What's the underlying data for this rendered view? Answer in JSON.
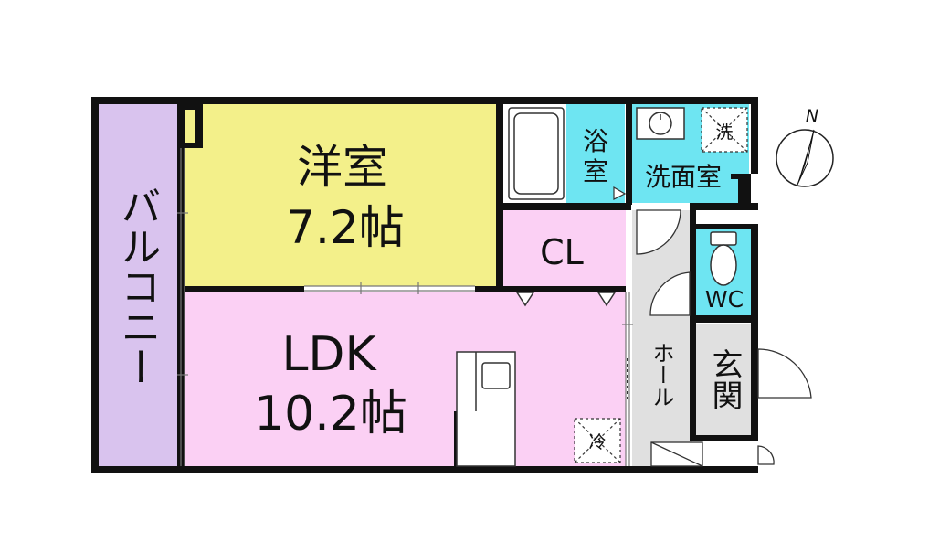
{
  "rooms": {
    "balcony": {
      "label": "バルコニー",
      "color": "#d9c3ee"
    },
    "western_room": {
      "label": "洋室",
      "size": "7.2帖",
      "color": "#f3f08a"
    },
    "ldk": {
      "label": "LDK",
      "size": "10.2帖",
      "color": "#fbd0f4"
    },
    "closet": {
      "label": "CL",
      "color": "#fbd0f4"
    },
    "bathroom": {
      "label_line1": "浴",
      "label_line2": "室",
      "color": "#6ee5f2"
    },
    "washroom": {
      "label": "洗面室",
      "color": "#6ee5f2"
    },
    "wc": {
      "label": "WC",
      "color": "#6ee5f2"
    },
    "hall": {
      "label": "ホール",
      "color": "#e0e0e0"
    },
    "entrance": {
      "label": "玄関",
      "color": "#e0e0e0"
    }
  },
  "fixtures": {
    "washer_mark": "洗",
    "fridge_mark": "冷"
  },
  "compass": {
    "label": "N"
  },
  "colors": {
    "wall": "#111111",
    "background": "#ffffff"
  }
}
